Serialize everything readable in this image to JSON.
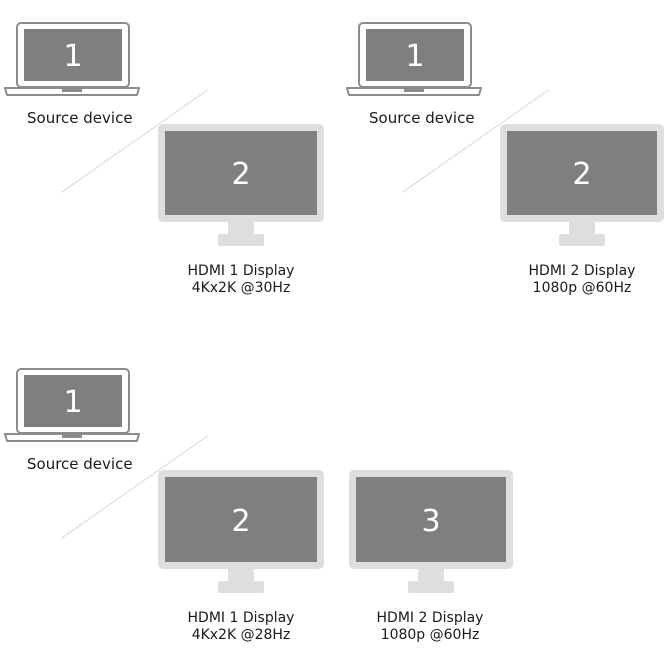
{
  "scenarios": [
    {
      "source": {
        "screen_number": "1",
        "label": "Source device"
      },
      "displays": [
        {
          "screen_number": "2",
          "name": "HDMI 1 Display",
          "spec": "4Kx2K @30Hz"
        }
      ]
    },
    {
      "source": {
        "screen_number": "1",
        "label": "Source device"
      },
      "displays": [
        {
          "screen_number": "2",
          "name": "HDMI 2 Display",
          "spec": "1080p @60Hz"
        }
      ]
    },
    {
      "source": {
        "screen_number": "1",
        "label": "Source device"
      },
      "displays": [
        {
          "screen_number": "2",
          "name": "HDMI 1 Display",
          "spec": "4Kx2K @28Hz"
        },
        {
          "screen_number": "3",
          "name": "HDMI 2 Display",
          "spec": "1080p @60Hz"
        }
      ]
    }
  ],
  "colors": {
    "screen": "#7f7f7f",
    "bezel": "#dedede",
    "laptop_outline": "#8c8c8c",
    "divider": "#d7d7d7",
    "text": "#1a1a1a"
  }
}
